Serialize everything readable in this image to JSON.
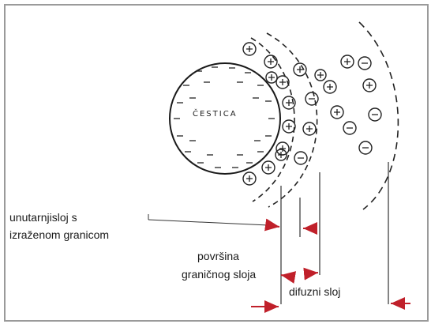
{
  "diagram": {
    "particle_label": "ČESTICA",
    "labels": {
      "inner_layer_line1": "unutarnjisloj s",
      "inner_layer_line2": "izraženom granicom",
      "boundary_line1": "površina",
      "boundary_line2": "graničnog sloja",
      "diffuse_layer": "difuzni sloj"
    },
    "ion_signs": {
      "positive": "+",
      "negative": "−"
    },
    "colors": {
      "ink": "#1a1a1a",
      "arrow": "#c0202a",
      "frame": "#9a9a9a"
    }
  }
}
